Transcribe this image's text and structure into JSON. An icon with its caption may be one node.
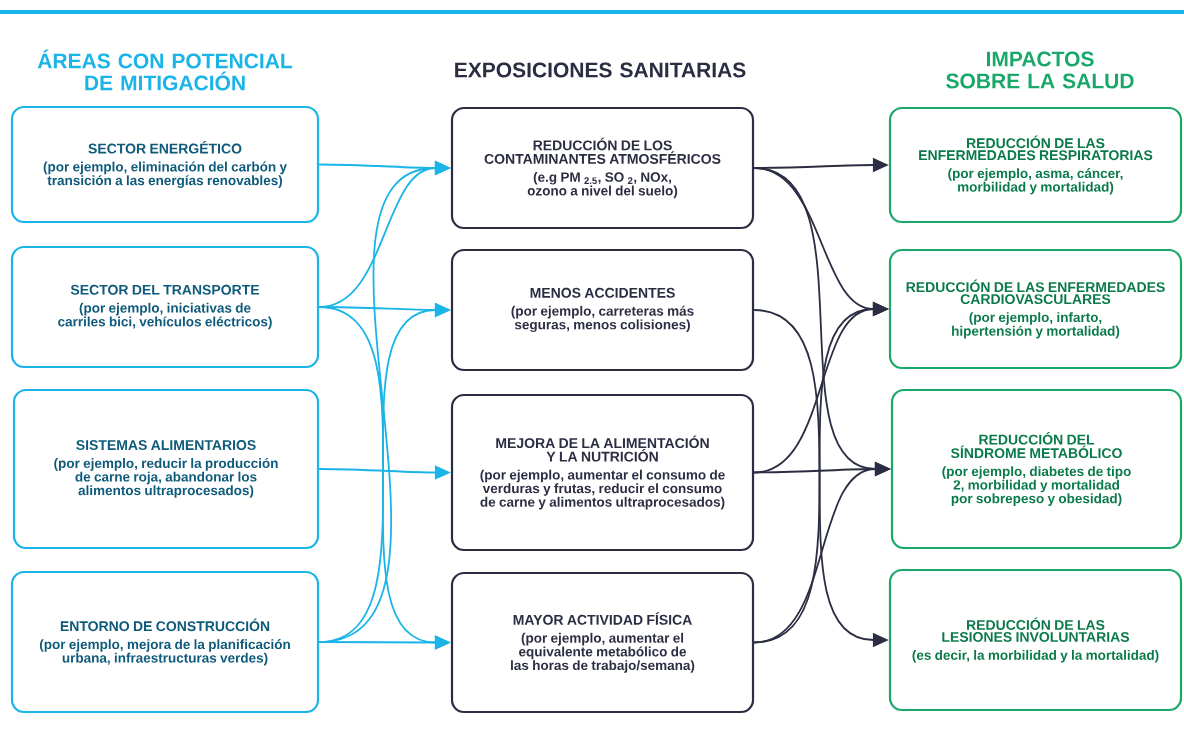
{
  "diagram": {
    "nodes": [
      {
        "text": [
          "SECTOR ENERGÉTICO",
          "(por ejemplo, eliminación del carbón y transición a las energías renovables)"
        ]
      },
      {
        "text": [
          "SECTOR DEL TRANSPORTE",
          "(por ejemplo, iniciativas de carriles bici, vehículos eléctricos)"
        ]
      },
      {
        "text": [
          "SISTEMAS ALIMENTARIOS",
          "(por ejemplo, reducir la producción de carne roja, abandonar los alimentos ultraprocesados)"
        ]
      },
      {
        "text": [
          "ENTORNO DE CONSTRUCCIÓN",
          "(por ejemplo, mejora de la planificación urbana, infraestructuras verdes)"
        ]
      },
      {
        "text": [
          "REDUCCIÓN DE LOS CONTAMINANTES ATMOSFÉRICOS",
          "(e.g PM $_{2.5}$, SO $_{2}$, NOx, ozono a nivel del suelo)"
        ]
      },
      {
        "text": [
          "MENOS ACCIDENTES",
          "(por ejemplo, carreteras más seguras, menos colisiones)"
        ]
      },
      {
        "text": [
          "MEJORA DE LA ALIMENTACIÓN Y LA NUTRICIÓN",
          "(por ejemplo, aumentar el consumo de verduras y frutas, reducir el consumo de carne y alimentos ultraprocesados)"
        ]
      },
      {
        "text": [
          "MAYOR ACTIVIDAD FÍSICA",
          "(por ejemplo, aumentar el equivalente metabólico de las horas de trabajo/semana)"
        ]
      },
      {
        "text": [
          "REDUCCIÓN DE LAS ENFERMEDADES RESPIRATORIAS",
          "(por ejemplo, asma, cáncer, morbilidad y mortalidad)"
        ]
      },
      {
        "text": [
          "REDUCCIÓN DE LAS ENFERMEDADES CARDIOVASCULARES",
          "(por ejemplo, infarto, hipertensión y mortalidad)"
        ]
      },
      {
        "text": [
          "REDUCCIÓN DEL SÍNDROME METABÓLICO",
          "(por ejemplo, diabetes de tipo 2, morbilidad y mortalidad por sobrepeso y obesidad)"
        ]
      },
      {
        "text": [
          "REDUCCIÓN DE LAS LESIONES INVOLUNTARIAS",
          "(es decir, la morbilidad y la mortalidad)"
        ]
      }
    ],
    "edges": [
      {
        "from": 0,
        "to": 4,
        "arrow": "to",
        "color": "#1ab4e8"
      },
      {
        "from": 1,
        "to": 4,
        "arrow": "to",
        "color": "#1ab4e8"
      },
      {
        "from": 1,
        "to": 5,
        "arrow": "to",
        "color": "#1ab4e8"
      },
      {
        "from": 1,
        "to": 7,
        "arrow": "to",
        "color": "#1ab4e8"
      },
      {
        "from": 2,
        "to": 6,
        "arrow": "to",
        "color": "#1ab4e8"
      },
      {
        "from": 3,
        "to": 4,
        "arrow": "to",
        "color": "#1ab4e8"
      },
      {
        "from": 3,
        "to": 5,
        "arrow": "to",
        "color": "#1ab4e8"
      },
      {
        "from": 3,
        "to": 7,
        "arrow": "to",
        "color": "#1ab4e8"
      },
      {
        "from": 4,
        "to": 8,
        "arrow": "to",
        "color": "#2b2d42"
      },
      {
        "from": 4,
        "to": 9,
        "arrow": "to",
        "color": "#2b2d42"
      },
      {
        "from": 4,
        "to": 10,
        "arrow": "to",
        "color": "#2b2d42"
      },
      {
        "from": 5,
        "to": 11,
        "arrow": "to",
        "color": "#2b2d42"
      },
      {
        "from": 6,
        "to": 9,
        "arrow": "to",
        "color": "#2b2d42"
      },
      {
        "from": 6,
        "to": 10,
        "arrow": "to",
        "color": "#2b2d42"
      },
      {
        "from": 7,
        "to": 9,
        "arrow": "to",
        "color": "#2b2d42"
      },
      {
        "from": 7,
        "to": 10,
        "arrow": "to",
        "color": "#2b2d42"
      }
    ],
    "labels": [
      "ÁREAS CON POTENCIAL DE MITIGACIÓN",
      "EXPOSICIONES SANITARIAS",
      "IMPACTOS SOBRE LA SALUD"
    ]
  }
}
